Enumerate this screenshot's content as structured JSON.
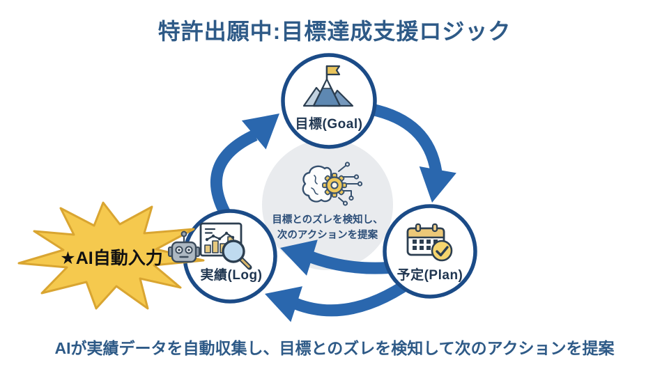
{
  "title": "特許出願中:目標達成支援ロジック",
  "cycle": {
    "goal": {
      "label": "目標(Goal)",
      "icon": "mountain-flag-icon"
    },
    "plan": {
      "label": "予定(Plan)",
      "icon": "calendar-check-icon"
    },
    "log": {
      "label": "実績(Log)",
      "icon": "chart-magnifier-icon"
    },
    "center": {
      "icon": "ai-brain-gear-icon",
      "line1": "目標とのズレを検知し、",
      "line2": "次のアクションを提案"
    },
    "flow": [
      "goal→plan",
      "plan→log (inner arrow)",
      "plan→log (outer arrow)",
      "log→goal"
    ]
  },
  "callout": {
    "label": "★AI自動入力",
    "icon": "robot-icon"
  },
  "caption": "AIが実績データを自動収集し、目標とのズレを検知して次のアクションを提案",
  "colors": {
    "title_text": "#2E5A87",
    "arrow_blue": "#2A67AE",
    "circle_border": "#1B4B87",
    "center_circle_bg": "#E9EBEE",
    "starburst_fill": "#F5C94E",
    "starburst_border": "#D9A531",
    "gold_accent": "#E9C45C",
    "label_text": "#1F3550"
  }
}
